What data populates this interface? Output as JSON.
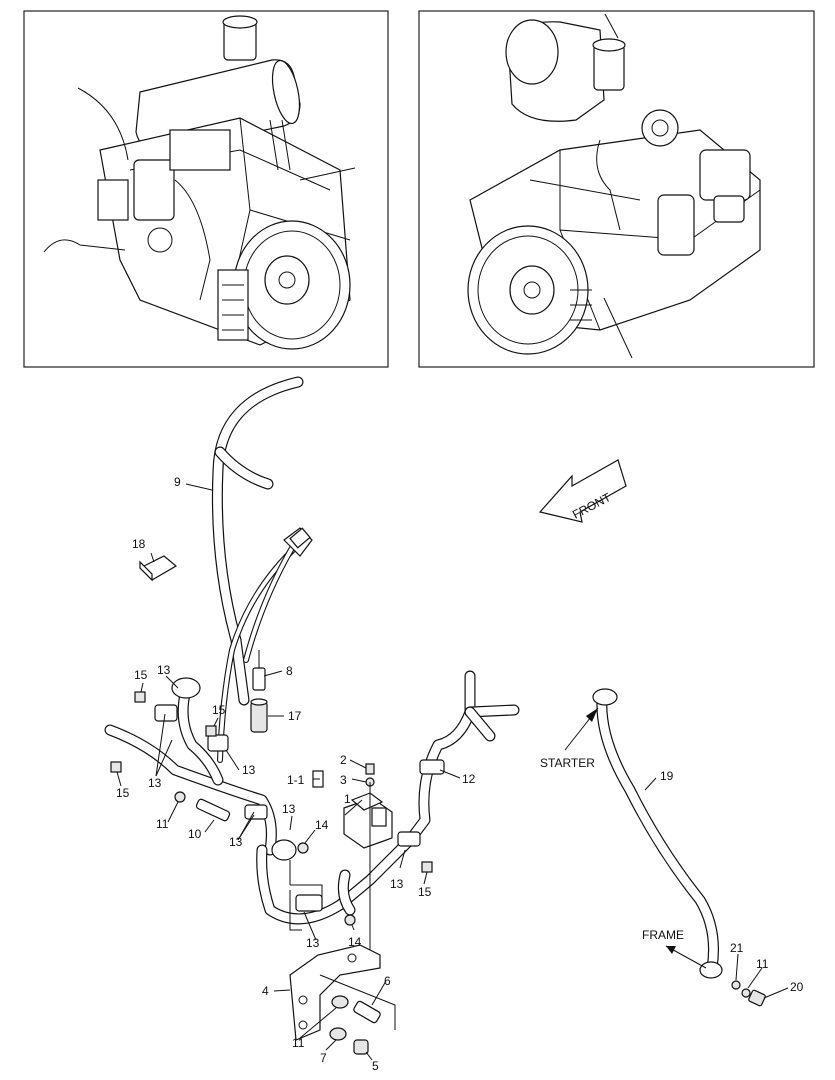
{
  "arrows": {
    "front": "FRONT",
    "starter": "STARTER",
    "frame": "FRAME"
  },
  "callouts": {
    "c1": "1",
    "c1_1": "1-1",
    "c2": "2",
    "c3": "3",
    "c4": "4",
    "c5": "5",
    "c6": "6",
    "c7": "7",
    "c8": "8",
    "c9": "9",
    "c10": "10",
    "c11a": "11",
    "c11b": "11",
    "c11c": "11",
    "c12": "12",
    "c13a": "13",
    "c13b": "13",
    "c13c": "13",
    "c13d": "13",
    "c13e": "13",
    "c13f": "13",
    "c13g": "13",
    "c14a": "14",
    "c14b": "14",
    "c15a": "15",
    "c15b": "15",
    "c15c": "15",
    "c15d": "15",
    "c17": "17",
    "c18": "18",
    "c19": "19",
    "c20": "20",
    "c21": "21"
  }
}
